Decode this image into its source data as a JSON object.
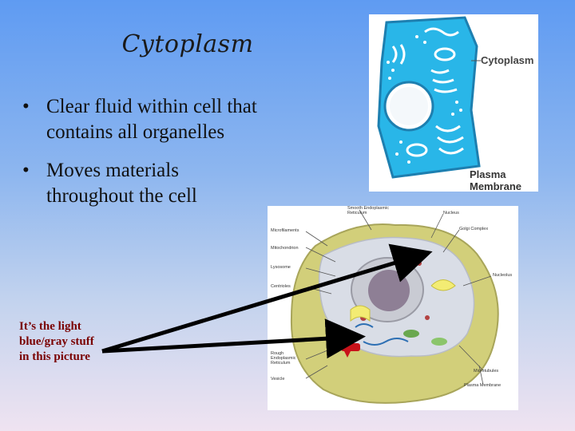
{
  "slide": {
    "title": "Cytoplasm",
    "bullets": [
      {
        "marker": "•",
        "text": "Clear fluid within cell that contains all organelles"
      },
      {
        "marker": "•",
        "text": "Moves materials throughout the cell"
      }
    ],
    "note": "It’s the light blue/gray stuff in this picture"
  },
  "diagram_top": {
    "labels": {
      "cytoplasm": "Cytoplasm",
      "membrane_line1": "Plasma",
      "membrane_line2": "Membrane"
    },
    "colors": {
      "cytoplasm": "#29b6e8",
      "membrane": "#1d7fb0"
    }
  },
  "diagram_cell": {
    "labels": {
      "smooth_er_1": "Smooth Endoplasmic",
      "smooth_er_2": "Reticulum",
      "nucleus": "Nucleus",
      "microfilaments": "Microfilaments",
      "golgi": "Golgi Complex",
      "mitochondrion": "Mitochondrion",
      "lysosome": "Lysosome",
      "nucleolus": "Nucleolus",
      "centrioles": "Centrioles",
      "rough_er_1": "Rough",
      "rough_er_2": "Endoplasmic",
      "rough_er_3": "Reticulum",
      "vesicle": "Vesicle",
      "microtubules": "Microtubules",
      "plasma_membrane": "Plasma Membrane"
    },
    "colors": {
      "outer": "#d2cf7a",
      "cytoplasm": "#d9dde6",
      "nucleus": "#8e7f95",
      "rough_er": "#c8121a",
      "golgi": "#f3ec73"
    }
  }
}
